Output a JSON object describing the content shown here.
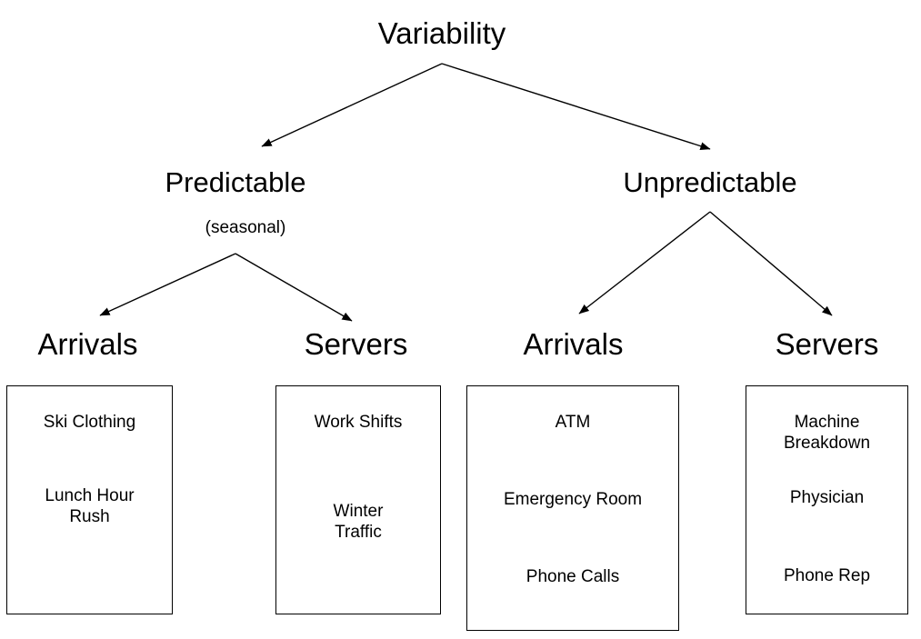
{
  "diagram": {
    "title": "Variability",
    "type": "tree-hierarchy",
    "root": {
      "label": "Variability"
    },
    "branches": [
      {
        "label": "Predictable",
        "sublabel": "(seasonal)",
        "children": [
          {
            "label": "Arrivals",
            "examples": [
              "Ski Clothing",
              "Lunch Hour\nRush"
            ]
          },
          {
            "label": "Servers",
            "examples": [
              "Work Shifts",
              "Winter\nTraffic"
            ]
          }
        ]
      },
      {
        "label": "Unpredictable",
        "sublabel": "",
        "children": [
          {
            "label": "Arrivals",
            "examples": [
              "ATM",
              "Emergency Room",
              "Phone Calls"
            ]
          },
          {
            "label": "Servers",
            "examples": [
              "Machine\nBreakdown",
              "Physician",
              "Phone Rep"
            ]
          }
        ]
      }
    ],
    "colors": {
      "stroke": "#000000",
      "background": "#ffffff",
      "text": "#000000"
    }
  }
}
